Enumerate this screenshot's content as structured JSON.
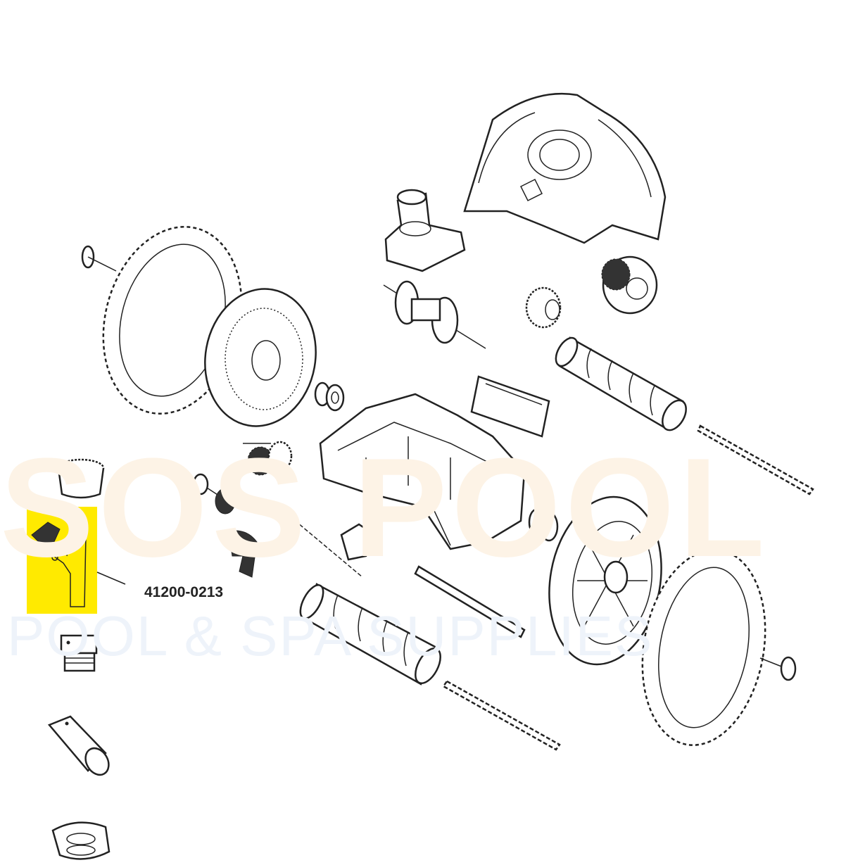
{
  "watermark": {
    "brand": "SOS POOL",
    "tagline": "POOL & SPA SUPPLIES"
  },
  "callout": {
    "part_number": "41200-0213"
  },
  "colors": {
    "highlight": "#FFEA00",
    "line": "#222222"
  }
}
